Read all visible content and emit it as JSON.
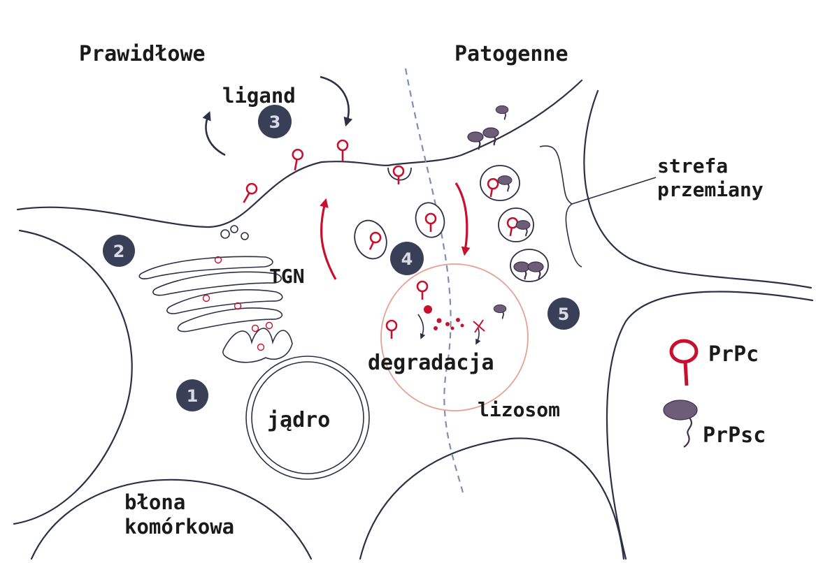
{
  "labels": {
    "normal": "Prawidłowe",
    "pathogenic": "Patogenne",
    "ligand": "ligand",
    "conversion_zone_line1": "strefa",
    "conversion_zone_line2": "przemiany",
    "tgn": "TGN",
    "degradation": "degradacja",
    "nucleus": "jądro",
    "lysosome": "lizosom",
    "membrane_line1": "błona",
    "membrane_line2": "komórkowa"
  },
  "steps": [
    "1",
    "2",
    "3",
    "4",
    "5"
  ],
  "legend": {
    "prpc": "PrPc",
    "prpsc": "PrPsc"
  },
  "colors": {
    "prpc": "#c8102e",
    "prpsc": "#6d5d78",
    "membrane": "#2c2f45",
    "step_badge": "#3a3f58",
    "lysosome": "#e4a394",
    "divider": "#7c8fb0"
  },
  "icons": {
    "prpc": "prpc-protein-icon",
    "prpsc": "prpsc-protein-icon"
  }
}
